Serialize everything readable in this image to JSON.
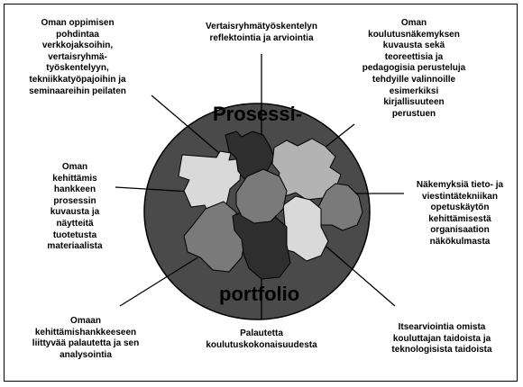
{
  "title_top": "Prosessi-",
  "title_bottom": "portfolio",
  "colors": {
    "ellipse": "#4a4a4a",
    "piece_light": "#d9d9d9",
    "piece_mid": "#7a7a7a",
    "piece_dark": "#2e2e2e",
    "piece_silver": "#b3b3b3",
    "line": "#000000"
  },
  "labels": {
    "top_left": "Oman oppimisen\npohdintaa\nverkkojaksoihin,\nvertaisryhmä-\ntyöskentelyyn,\ntekniikkatyöpajoihin ja\nseminaareihin peilaten",
    "top_center": "Vertaisryhmätyöskentelyn\nreflektointia ja arviointia",
    "top_right": "Oman\nkoulutusnäkemyksen\nkuvausta sekä\nteoreettisia ja\npedagogisia perusteluja\ntehdyille valinnoille\nesimerkiksi\nkirjallisuuteen\nperustuen",
    "mid_left": "Oman\nkehittämis\nhankkeen\nprosessin\nkuvausta ja\nnäytteitä\ntuotetusta\nmateriaalista",
    "mid_right": "Näkemyksiä tieto- ja\nviestintätekniikan\nopetuskäytön\nkehittämisestä\norganisaation\nnäkökulmasta",
    "bottom_left": "Omaan\nkehittämishankkeeseen\nliittyvää palautetta ja sen\nanalysointia",
    "bottom_center": "Palautetta\nkoulutuskokonaisuudesta",
    "bottom_right": "Itsearviointia omista\nkouluttajan taidoista ja\nteknologisista taidoista"
  }
}
